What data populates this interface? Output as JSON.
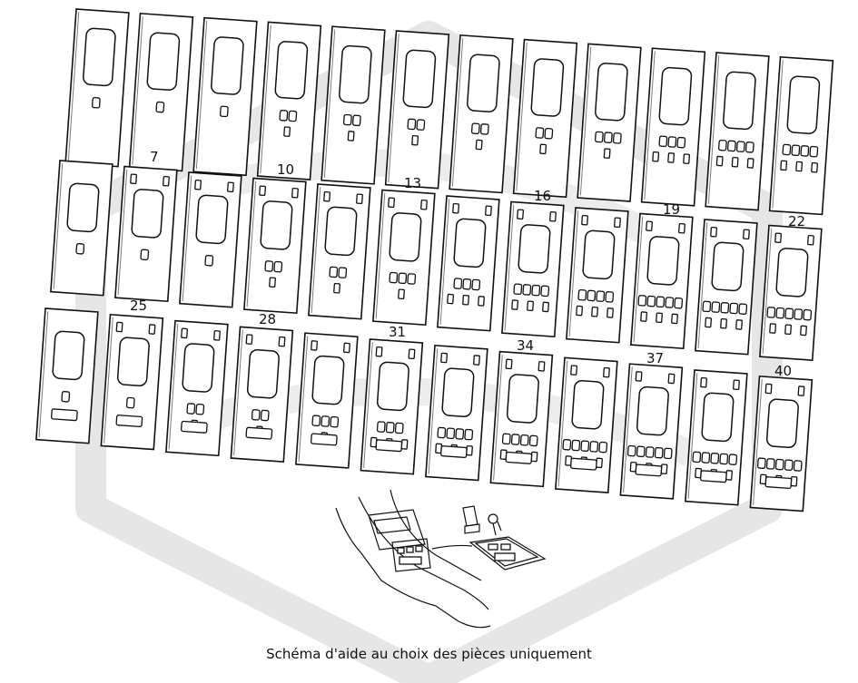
{
  "caption": "Schéma d'aide au choix des pièces uniquement",
  "panel_numbers": [
    "7",
    "10",
    "13",
    "16",
    "19",
    "22",
    "25",
    "28",
    "31",
    "34",
    "37",
    "40"
  ],
  "watermark_icon": "hexagon-logo-watermark",
  "colors": {
    "ink": "#111111",
    "watermark": "#e3e3e3",
    "background": "#ffffff"
  }
}
